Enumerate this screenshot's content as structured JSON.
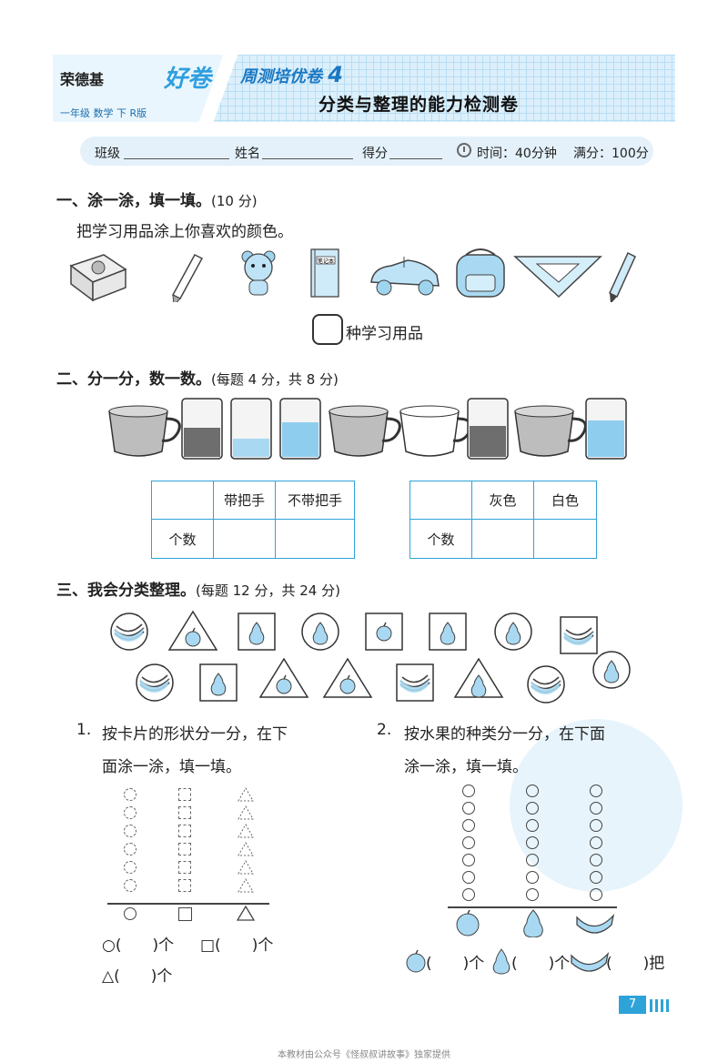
{
  "header": {
    "brand": "荣德基",
    "brand_mark": "好卷",
    "grade_info": "一年级 数学 下 R版",
    "week_label": "周测培优卷",
    "week_number": "4",
    "subtitle": "分类与整理的能力检测卷"
  },
  "info": {
    "class_label": "班级",
    "name_label": "姓名",
    "score_label": "得分",
    "time": "时间：40分钟",
    "full_score": "满分：100分"
  },
  "section1": {
    "heading": "一、涂一涂，填一填。",
    "points": "(10 分)",
    "instruction": "把学习用品涂上你喜欢的颜色。",
    "items": [
      "sharpener",
      "pencil",
      "bear-toy",
      "notebook",
      "toy-car",
      "backpack",
      "set-square",
      "pen"
    ],
    "notebook_label": "笔记本",
    "answer_suffix": "种学习用品"
  },
  "section2": {
    "heading": "二、分一分，数一数。",
    "points": "(每题 4 分，共 8 分)",
    "table1": {
      "col1": "带把手",
      "col2": "不带把手",
      "row": "个数"
    },
    "table2": {
      "col1": "灰色",
      "col2": "白色",
      "row": "个数"
    }
  },
  "section3": {
    "heading": "三、我会分类整理。",
    "points": "(每题 12 分，共 24 分)",
    "q1_num": "1.",
    "q1_line1": "按卡片的形状分一分，在下",
    "q1_line2": "面涂一涂，填一填。",
    "q1_fill_circle": "○(　　)个",
    "q1_fill_square": "□(　　)个",
    "q1_fill_triangle": "△(　　)个",
    "q2_num": "2.",
    "q2_line1": "按水果的种类分一分，在下面",
    "q2_line2": "涂一涂，填一填。",
    "q2_fill_apple": "(　　)个",
    "q2_fill_pear": "(　　)个",
    "q2_fill_banana": "(　　)把"
  },
  "page_number": "7",
  "footer": "本教材由公众号《怪叔叔讲故事》独家提供",
  "colors": {
    "accent": "#2ea3d8",
    "header_bg": "#dceffb",
    "title_blue": "#1a78c2"
  }
}
